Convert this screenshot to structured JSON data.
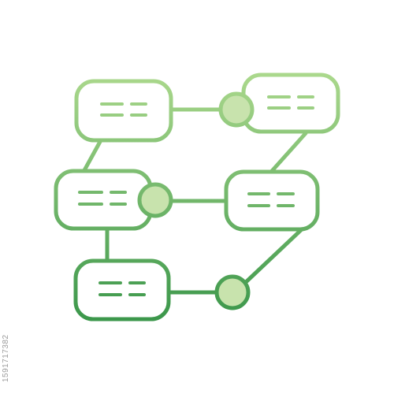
{
  "watermark_id": "1591717382",
  "colors": {
    "stroke_light": "#a7d68a",
    "stroke_dark": "#3e9a4a",
    "fill_white": "#ffffff",
    "node_fill": "#c9e3ad",
    "text_line": "#4fa855"
  },
  "diagram": {
    "boxes": [
      {
        "name": "box-top-left",
        "lines": 2
      },
      {
        "name": "box-top-right",
        "lines": 2
      },
      {
        "name": "box-mid-left",
        "lines": 2
      },
      {
        "name": "box-mid-right",
        "lines": 2
      },
      {
        "name": "box-bottom-left",
        "lines": 2
      }
    ],
    "circles": [
      {
        "name": "node-circle-top"
      },
      {
        "name": "node-circle-middle"
      },
      {
        "name": "node-circle-bottom"
      }
    ]
  }
}
